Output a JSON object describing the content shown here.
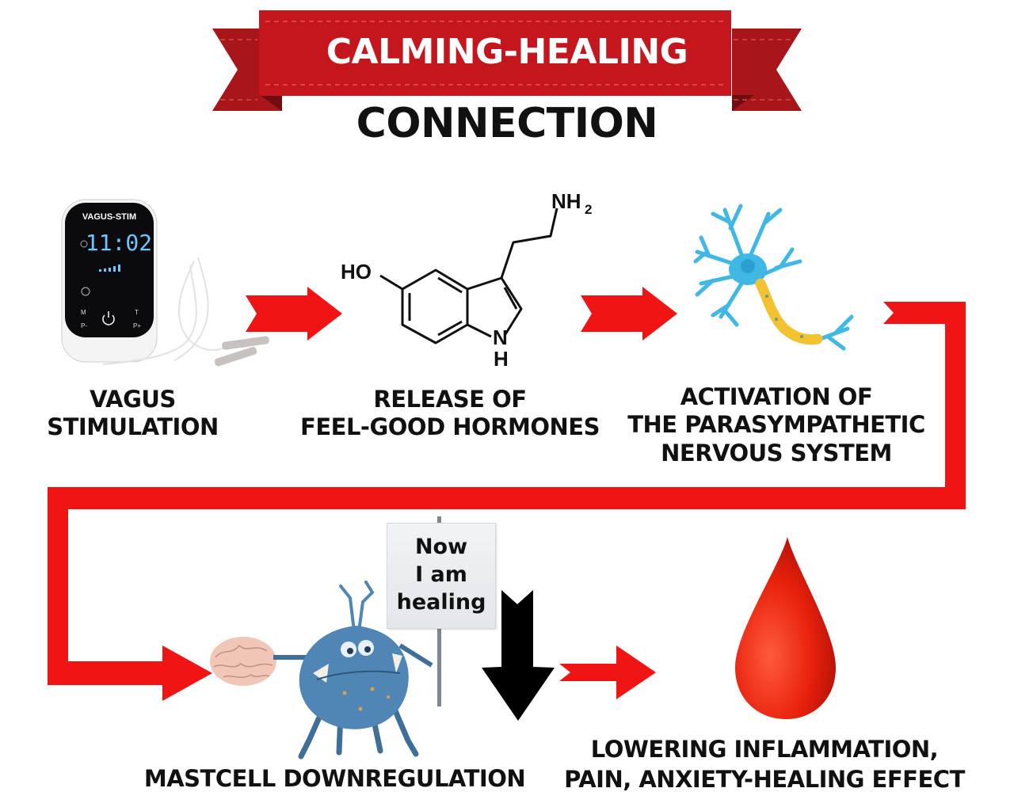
{
  "header": {
    "banner_title": "CALMING-HEALING",
    "subtitle": "CONNECTION",
    "banner_color": "#c4161c"
  },
  "steps": [
    {
      "id": "vagus",
      "lines": [
        "VAGUS",
        "STIMULATION"
      ],
      "icon": "stimulator-device-icon"
    },
    {
      "id": "hormones",
      "lines": [
        "RELEASE OF",
        "FEEL-GOOD HORMONES"
      ],
      "icon": "serotonin-molecule-icon"
    },
    {
      "id": "parasympathetic",
      "lines": [
        "ACTIVATION OF",
        "THE PARASYMPATHETIC",
        "NERVOUS SYSTEM"
      ],
      "icon": "neuron-icon"
    },
    {
      "id": "mastcell",
      "lines": [
        "MASTCELL DOWNREGULATION"
      ],
      "icon": "mastcell-monster-icon"
    },
    {
      "id": "effect",
      "lines": [
        "LOWERING INFLAMMATION,",
        "PAIN, ANXIETY-HEALING EFFECT"
      ],
      "icon": "blood-drop-icon"
    }
  ],
  "device": {
    "brand": "VAGUS-STIM",
    "time_display": "11:02",
    "buttons": {
      "m": "M",
      "t": "T",
      "p_minus": "P-",
      "p_plus": "P+"
    }
  },
  "molecule": {
    "ho": "HO",
    "nh2_n": "NH",
    "nh2_sub": "2",
    "n": "N",
    "h": "H"
  },
  "sign": {
    "lines": [
      "Now",
      "I am",
      "healing"
    ]
  },
  "colors": {
    "arrow": "#f01414",
    "down_arrow": "#000000",
    "neuron": "#3fb8e6",
    "myelin": "#f2c230",
    "drop": "#e8200c",
    "monster": "#4f86b5"
  }
}
